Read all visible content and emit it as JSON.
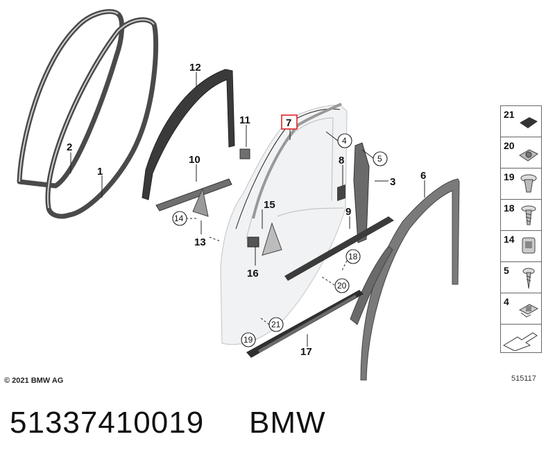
{
  "diagram": {
    "callouts": [
      "1",
      "2",
      "3",
      "4",
      "5",
      "6",
      "7",
      "8",
      "9",
      "10",
      "11",
      "12",
      "13",
      "14",
      "15",
      "16",
      "17",
      "18",
      "19",
      "20",
      "21"
    ],
    "highlighted_callout": "7",
    "highlight_color": "#e0242a"
  },
  "legend": {
    "items": [
      {
        "num": "21",
        "icon": "flat-pad-icon"
      },
      {
        "num": "20",
        "icon": "clip-nut-icon"
      },
      {
        "num": "19",
        "icon": "expanding-rivet-icon"
      },
      {
        "num": "18",
        "icon": "screw-with-washer-icon"
      },
      {
        "num": "14",
        "icon": "clip-icon"
      },
      {
        "num": "5",
        "icon": "screw-icon"
      },
      {
        "num": "4",
        "icon": "clip-with-tab-icon"
      }
    ],
    "arrow_icon": "direction-arrow-icon",
    "diagram_number": "515117"
  },
  "footer": {
    "copyright": "© 2021 BMW AG",
    "part_number": "51337410019",
    "brand": "BMW"
  }
}
